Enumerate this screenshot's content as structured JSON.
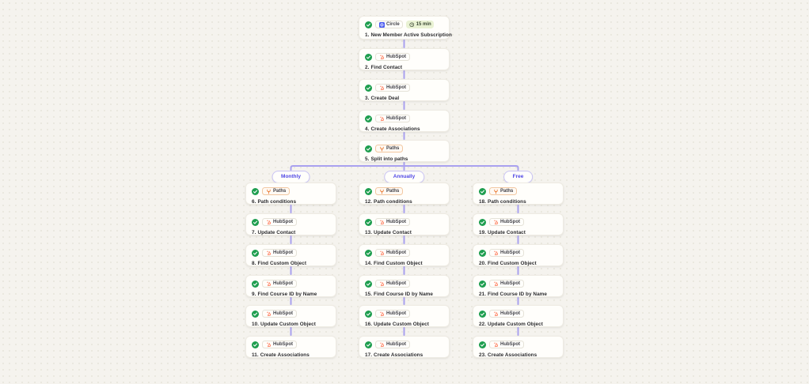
{
  "canvas": {
    "background_color": "#f5f3ee",
    "connector_color": "#a9a1ef"
  },
  "colors": {
    "status_green": "#1e9e4f",
    "hubspot_orange": "#ff7a59",
    "paths_orange": "#e8762d",
    "circle_blue": "#4b5bf0",
    "pill_purple": "#4f46e5",
    "timer_bg": "#e9f2d3"
  },
  "main_steps": [
    {
      "number": "1.",
      "title": "New Member Active Subscription",
      "app": "Circle",
      "app_icon": "circle-app-icon",
      "status_icon": "check-circle-icon",
      "duration": "15 min"
    },
    {
      "number": "2.",
      "title": "Find Contact",
      "app": "HubSpot",
      "app_icon": "hubspot-icon",
      "status_icon": "check-circle-icon"
    },
    {
      "number": "3.",
      "title": "Create Deal",
      "app": "HubSpot",
      "app_icon": "hubspot-icon",
      "status_icon": "check-circle-icon"
    },
    {
      "number": "4.",
      "title": "Create Associations",
      "app": "HubSpot",
      "app_icon": "hubspot-icon",
      "status_icon": "check-circle-icon"
    },
    {
      "number": "5.",
      "title": "Split into paths",
      "app": "Paths",
      "app_icon": "paths-icon",
      "status_icon": "check-circle-icon"
    }
  ],
  "branches": [
    {
      "label": "Monthly",
      "steps": [
        {
          "number": "6.",
          "title": "Path conditions",
          "app": "Paths",
          "app_icon": "paths-icon",
          "status_icon": "check-circle-icon"
        },
        {
          "number": "7.",
          "title": "Update Contact",
          "app": "HubSpot",
          "app_icon": "hubspot-icon",
          "status_icon": "check-circle-icon"
        },
        {
          "number": "8.",
          "title": "Find Custom Object",
          "app": "HubSpot",
          "app_icon": "hubspot-icon",
          "status_icon": "check-circle-icon"
        },
        {
          "number": "9.",
          "title": "Find Course ID by Name",
          "app": "HubSpot",
          "app_icon": "hubspot-icon",
          "status_icon": "check-circle-icon"
        },
        {
          "number": "10.",
          "title": "Update Custom Object",
          "app": "HubSpot",
          "app_icon": "hubspot-icon",
          "status_icon": "check-circle-icon"
        },
        {
          "number": "11.",
          "title": "Create Associations",
          "app": "HubSpot",
          "app_icon": "hubspot-icon",
          "status_icon": "check-circle-icon"
        }
      ]
    },
    {
      "label": "Annually",
      "steps": [
        {
          "number": "12.",
          "title": "Path conditions",
          "app": "Paths",
          "app_icon": "paths-icon",
          "status_icon": "check-circle-icon"
        },
        {
          "number": "13.",
          "title": "Update Contact",
          "app": "HubSpot",
          "app_icon": "hubspot-icon",
          "status_icon": "check-circle-icon"
        },
        {
          "number": "14.",
          "title": "Find Custom Object",
          "app": "HubSpot",
          "app_icon": "hubspot-icon",
          "status_icon": "check-circle-icon"
        },
        {
          "number": "15.",
          "title": "Find Course ID by Name",
          "app": "HubSpot",
          "app_icon": "hubspot-icon",
          "status_icon": "check-circle-icon"
        },
        {
          "number": "16.",
          "title": "Update Custom Object",
          "app": "HubSpot",
          "app_icon": "hubspot-icon",
          "status_icon": "check-circle-icon"
        },
        {
          "number": "17.",
          "title": "Create Associations",
          "app": "HubSpot",
          "app_icon": "hubspot-icon",
          "status_icon": "check-circle-icon"
        }
      ]
    },
    {
      "label": "Free",
      "steps": [
        {
          "number": "18.",
          "title": "Path conditions",
          "app": "Paths",
          "app_icon": "paths-icon",
          "status_icon": "check-circle-icon"
        },
        {
          "number": "19.",
          "title": "Update Contact",
          "app": "HubSpot",
          "app_icon": "hubspot-icon",
          "status_icon": "check-circle-icon"
        },
        {
          "number": "20.",
          "title": "Find Custom Object",
          "app": "HubSpot",
          "app_icon": "hubspot-icon",
          "status_icon": "check-circle-icon"
        },
        {
          "number": "21.",
          "title": "Find Course ID by Name",
          "app": "HubSpot",
          "app_icon": "hubspot-icon",
          "status_icon": "check-circle-icon"
        },
        {
          "number": "22.",
          "title": "Update Custom Object",
          "app": "HubSpot",
          "app_icon": "hubspot-icon",
          "status_icon": "check-circle-icon"
        },
        {
          "number": "23.",
          "title": "Create Associations",
          "app": "HubSpot",
          "app_icon": "hubspot-icon",
          "status_icon": "check-circle-icon"
        }
      ]
    }
  ]
}
